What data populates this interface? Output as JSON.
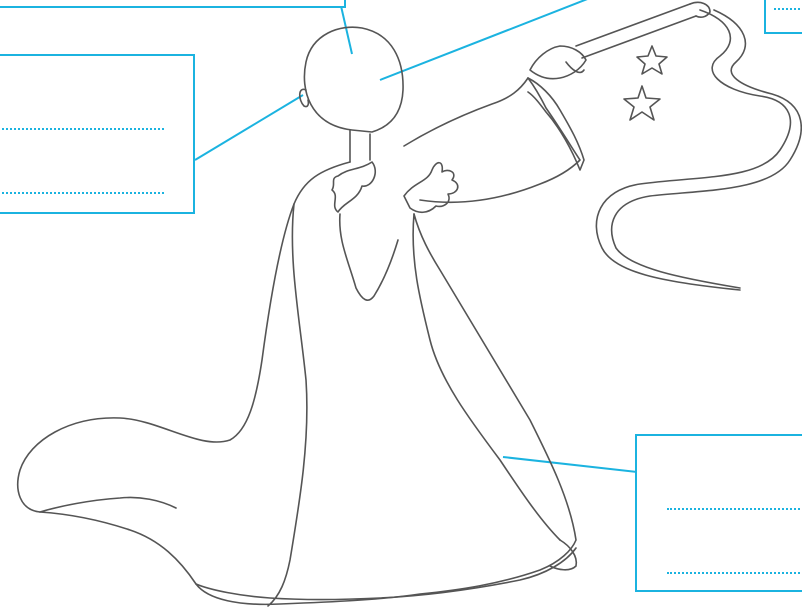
{
  "worksheet": {
    "colors": {
      "accent": "#1bb3e0",
      "outline": "#555555",
      "background": "#ffffff"
    },
    "figure": "wizard-outline",
    "icons": [
      "star-icon",
      "star-icon",
      "magic-wand-icon"
    ],
    "label_boxes": [
      {
        "name": "label-box-top-left",
        "blank_lines": 0
      },
      {
        "name": "label-box-top-right",
        "blank_lines": 1
      },
      {
        "name": "label-box-ear",
        "blank_lines": 2
      },
      {
        "name": "label-box-robe",
        "blank_lines": 2
      }
    ]
  }
}
